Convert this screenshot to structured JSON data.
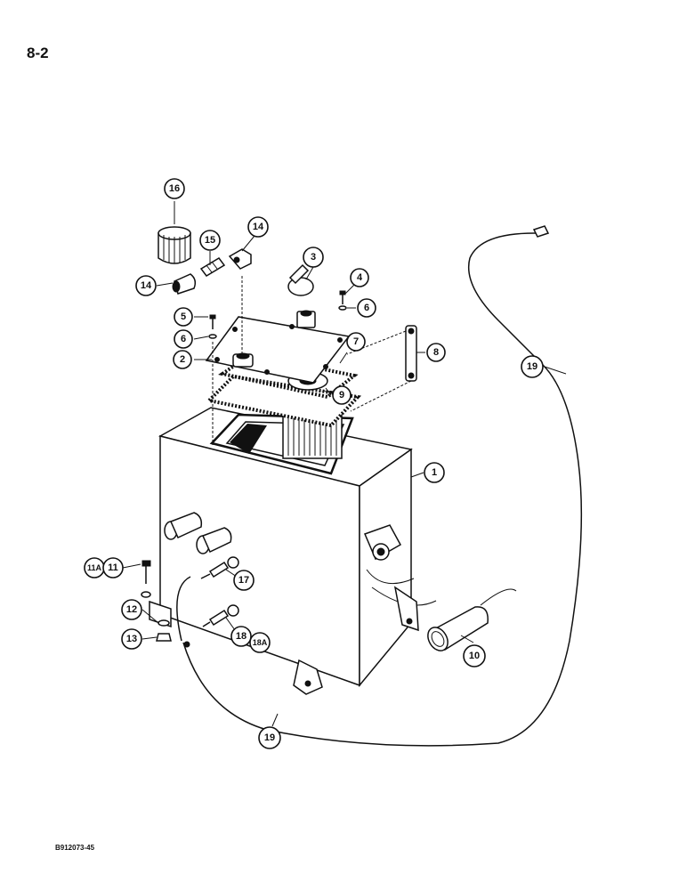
{
  "page": {
    "number": "8-2",
    "figure_code": "B912073-45"
  },
  "callouts": {
    "c1": "1",
    "c2": "2",
    "c3": "3",
    "c4": "4",
    "c5": "5",
    "c6a": "6",
    "c6b": "6",
    "c7": "7",
    "c8": "8",
    "c9": "9",
    "c10": "10",
    "c11": "11",
    "c11a": "11A",
    "c12": "12",
    "c13": "13",
    "c14a": "14",
    "c14b": "14",
    "c15": "15",
    "c16": "16",
    "c17": "17",
    "c18": "18",
    "c18a": "18A",
    "c19a": "19",
    "c19b": "19"
  }
}
